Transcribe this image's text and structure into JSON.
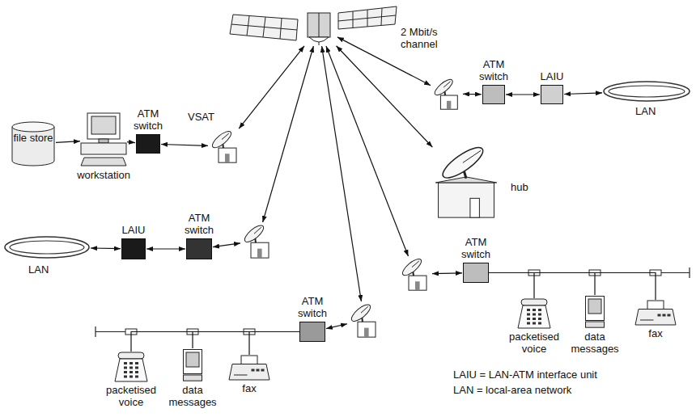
{
  "diagram": {
    "nodes": [
      {
        "text": [
          "2 Mbit/s channel"
        ]
      },
      {
        "text": [
          "file store"
        ]
      },
      {
        "text": [
          "workstation"
        ]
      },
      {
        "text": [
          "ATM switch"
        ]
      },
      {
        "text": [
          "VSAT"
        ]
      },
      {
        "text": []
      },
      {
        "text": [
          "ATM switch"
        ]
      },
      {
        "text": [
          "LAIU"
        ]
      },
      {
        "text": [
          "LAN"
        ]
      },
      {
        "text": [
          "hub"
        ]
      },
      {
        "text": [
          "LAN"
        ]
      },
      {
        "text": [
          "LAIU"
        ]
      },
      {
        "text": [
          "ATM switch"
        ]
      },
      {
        "text": []
      },
      {
        "text": []
      },
      {
        "text": [
          "ATM switch"
        ]
      },
      {
        "text": [
          "ATM switch"
        ]
      },
      {
        "text": []
      },
      {
        "text": [
          "packetised voice"
        ]
      },
      {
        "text": [
          "data messages"
        ]
      },
      {
        "text": [
          "fax"
        ]
      },
      {
        "text": [
          "packetised voice"
        ]
      },
      {
        "text": [
          "data messages"
        ]
      },
      {
        "text": [
          "fax"
        ]
      }
    ],
    "edges": [
      {
        "from": 1,
        "to": 2,
        "arrow": "to"
      },
      {
        "from": 2,
        "to": 3,
        "arrow": "to"
      },
      {
        "from": 3,
        "to": 4,
        "arrow": "both"
      },
      {
        "from": 0,
        "to": 4,
        "arrow": "both"
      },
      {
        "from": 0,
        "to": 5,
        "arrow": "both"
      },
      {
        "from": 5,
        "to": 6,
        "arrow": "both"
      },
      {
        "from": 6,
        "to": 7,
        "arrow": "both"
      },
      {
        "from": 7,
        "to": 8,
        "arrow": "both"
      },
      {
        "from": 0,
        "to": 9,
        "arrow": "both"
      },
      {
        "from": 0,
        "to": 13,
        "arrow": "both"
      },
      {
        "from": 10,
        "to": 11,
        "arrow": "both"
      },
      {
        "from": 11,
        "to": 12,
        "arrow": "both"
      },
      {
        "from": 12,
        "to": 13,
        "arrow": "both"
      },
      {
        "from": 0,
        "to": 17,
        "arrow": "both"
      },
      {
        "from": 0,
        "to": 14,
        "arrow": "both"
      },
      {
        "from": 14,
        "to": 15,
        "arrow": "both"
      },
      {
        "from": 16,
        "to": 17,
        "arrow": "both"
      },
      {
        "from": 16,
        "to": 18,
        "arrow": "none"
      },
      {
        "from": 16,
        "to": 19,
        "arrow": "none"
      },
      {
        "from": 16,
        "to": 20,
        "arrow": "none"
      },
      {
        "from": 15,
        "to": 21,
        "arrow": "none"
      },
      {
        "from": 15,
        "to": 22,
        "arrow": "none"
      },
      {
        "from": 15,
        "to": 23,
        "arrow": "none"
      }
    ],
    "labels": [
      "LAIU = LAN-ATM interface unit",
      "LAN = local-area network"
    ]
  }
}
